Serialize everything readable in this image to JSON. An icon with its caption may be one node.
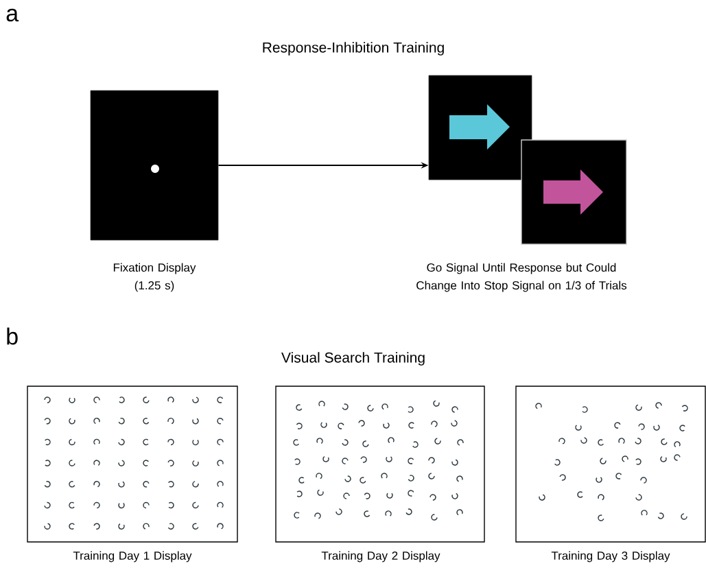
{
  "diagram": {
    "nodes": [
      {
        "text": [],
        "shape": "box",
        "beside": [
          "Fixation Display (1.25 s)"
        ]
      },
      {
        "text": [],
        "shape": "box"
      },
      {
        "text": [],
        "shape": "box"
      },
      {
        "text": [],
        "shape": "box",
        "beside": [
          "Training Day 1 Display"
        ]
      },
      {
        "text": [],
        "shape": "box",
        "beside": [
          "Training Day 2 Display"
        ]
      },
      {
        "text": [],
        "shape": "box",
        "beside": [
          "Training Day 3 Display"
        ]
      }
    ],
    "edges": [
      {
        "from": 0,
        "to": 1,
        "arrow": "to"
      }
    ],
    "labels": [
      "a",
      "Response-Inhibition Training",
      "Go Signal Until Response but Could Change Into Stop Signal on 1/3 of Trials",
      "b",
      "Visual Search Training"
    ]
  }
}
